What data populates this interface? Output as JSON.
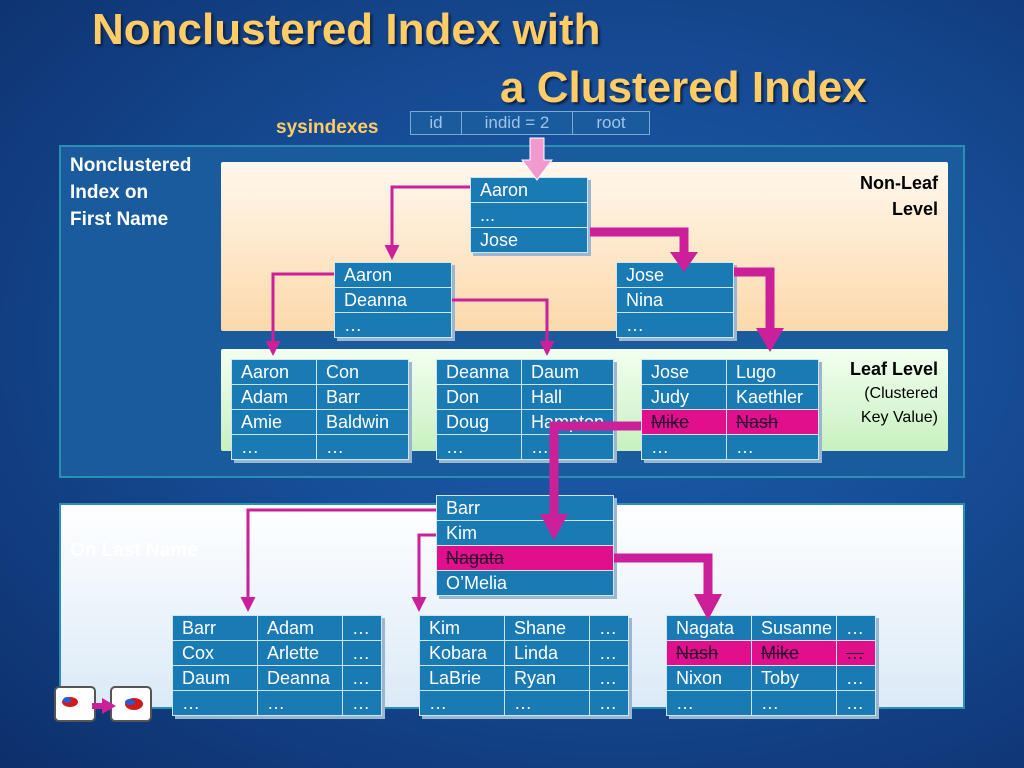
{
  "title": {
    "line1": "Nonclustered Index with",
    "line2": "a Clustered Index"
  },
  "sysindexes": {
    "label": "sysindexes",
    "cols": [
      "id",
      "indid = 2",
      "root"
    ]
  },
  "top_panel": {
    "label_lines": [
      "Nonclustered",
      "Index on",
      "First Name"
    ]
  },
  "nonleaf": {
    "label_lines": [
      "Non-Leaf",
      "Level"
    ]
  },
  "leaf": {
    "label_line1": "Leaf Level",
    "label_line2": "(Clustered",
    "label_line3": "Key Value)"
  },
  "bottom_panel": {
    "label": "On Last Name"
  },
  "pages": {
    "root": [
      "Aaron",
      "...",
      "Jose"
    ],
    "mid_left": [
      "Aaron",
      "Deanna",
      "…"
    ],
    "mid_right": [
      "Jose",
      "Nina",
      "…"
    ],
    "leaf1": [
      [
        "Aaron",
        "Con"
      ],
      [
        "Adam",
        "Barr"
      ],
      [
        "Amie",
        "Baldwin"
      ],
      [
        "…",
        "…"
      ]
    ],
    "leaf2": [
      [
        "Deanna",
        "Daum"
      ],
      [
        "Don",
        "Hall"
      ],
      [
        "Doug",
        "Hampton"
      ],
      [
        "…",
        "…"
      ]
    ],
    "leaf3": [
      [
        "Jose",
        "Lugo"
      ],
      [
        "Judy",
        "Kaethler"
      ],
      [
        "Mike",
        "Nash"
      ],
      [
        "…",
        "…"
      ]
    ],
    "ci_root": [
      "Barr",
      "Kim",
      "Nagata",
      "O’Melia"
    ],
    "data1": [
      [
        "Barr",
        "Adam",
        "…"
      ],
      [
        "Cox",
        "Arlette",
        "…"
      ],
      [
        "Daum",
        "Deanna",
        "…"
      ],
      [
        "…",
        "…",
        "…"
      ]
    ],
    "data2": [
      [
        "Kim",
        "Shane",
        "…"
      ],
      [
        "Kobara",
        "Linda",
        "…"
      ],
      [
        "LaBrie",
        "Ryan",
        "…"
      ],
      [
        "…",
        "…",
        "…"
      ]
    ],
    "data3": [
      [
        "Nagata",
        "Susanne",
        "…"
      ],
      [
        "Nash",
        "Mike",
        "…"
      ],
      [
        "Nixon",
        "Toby",
        "…"
      ],
      [
        "…",
        "…",
        "…"
      ]
    ]
  },
  "colors": {
    "arrow": "#cc1f9a",
    "highlight": "#e0108c",
    "title": "#ffcc66"
  }
}
